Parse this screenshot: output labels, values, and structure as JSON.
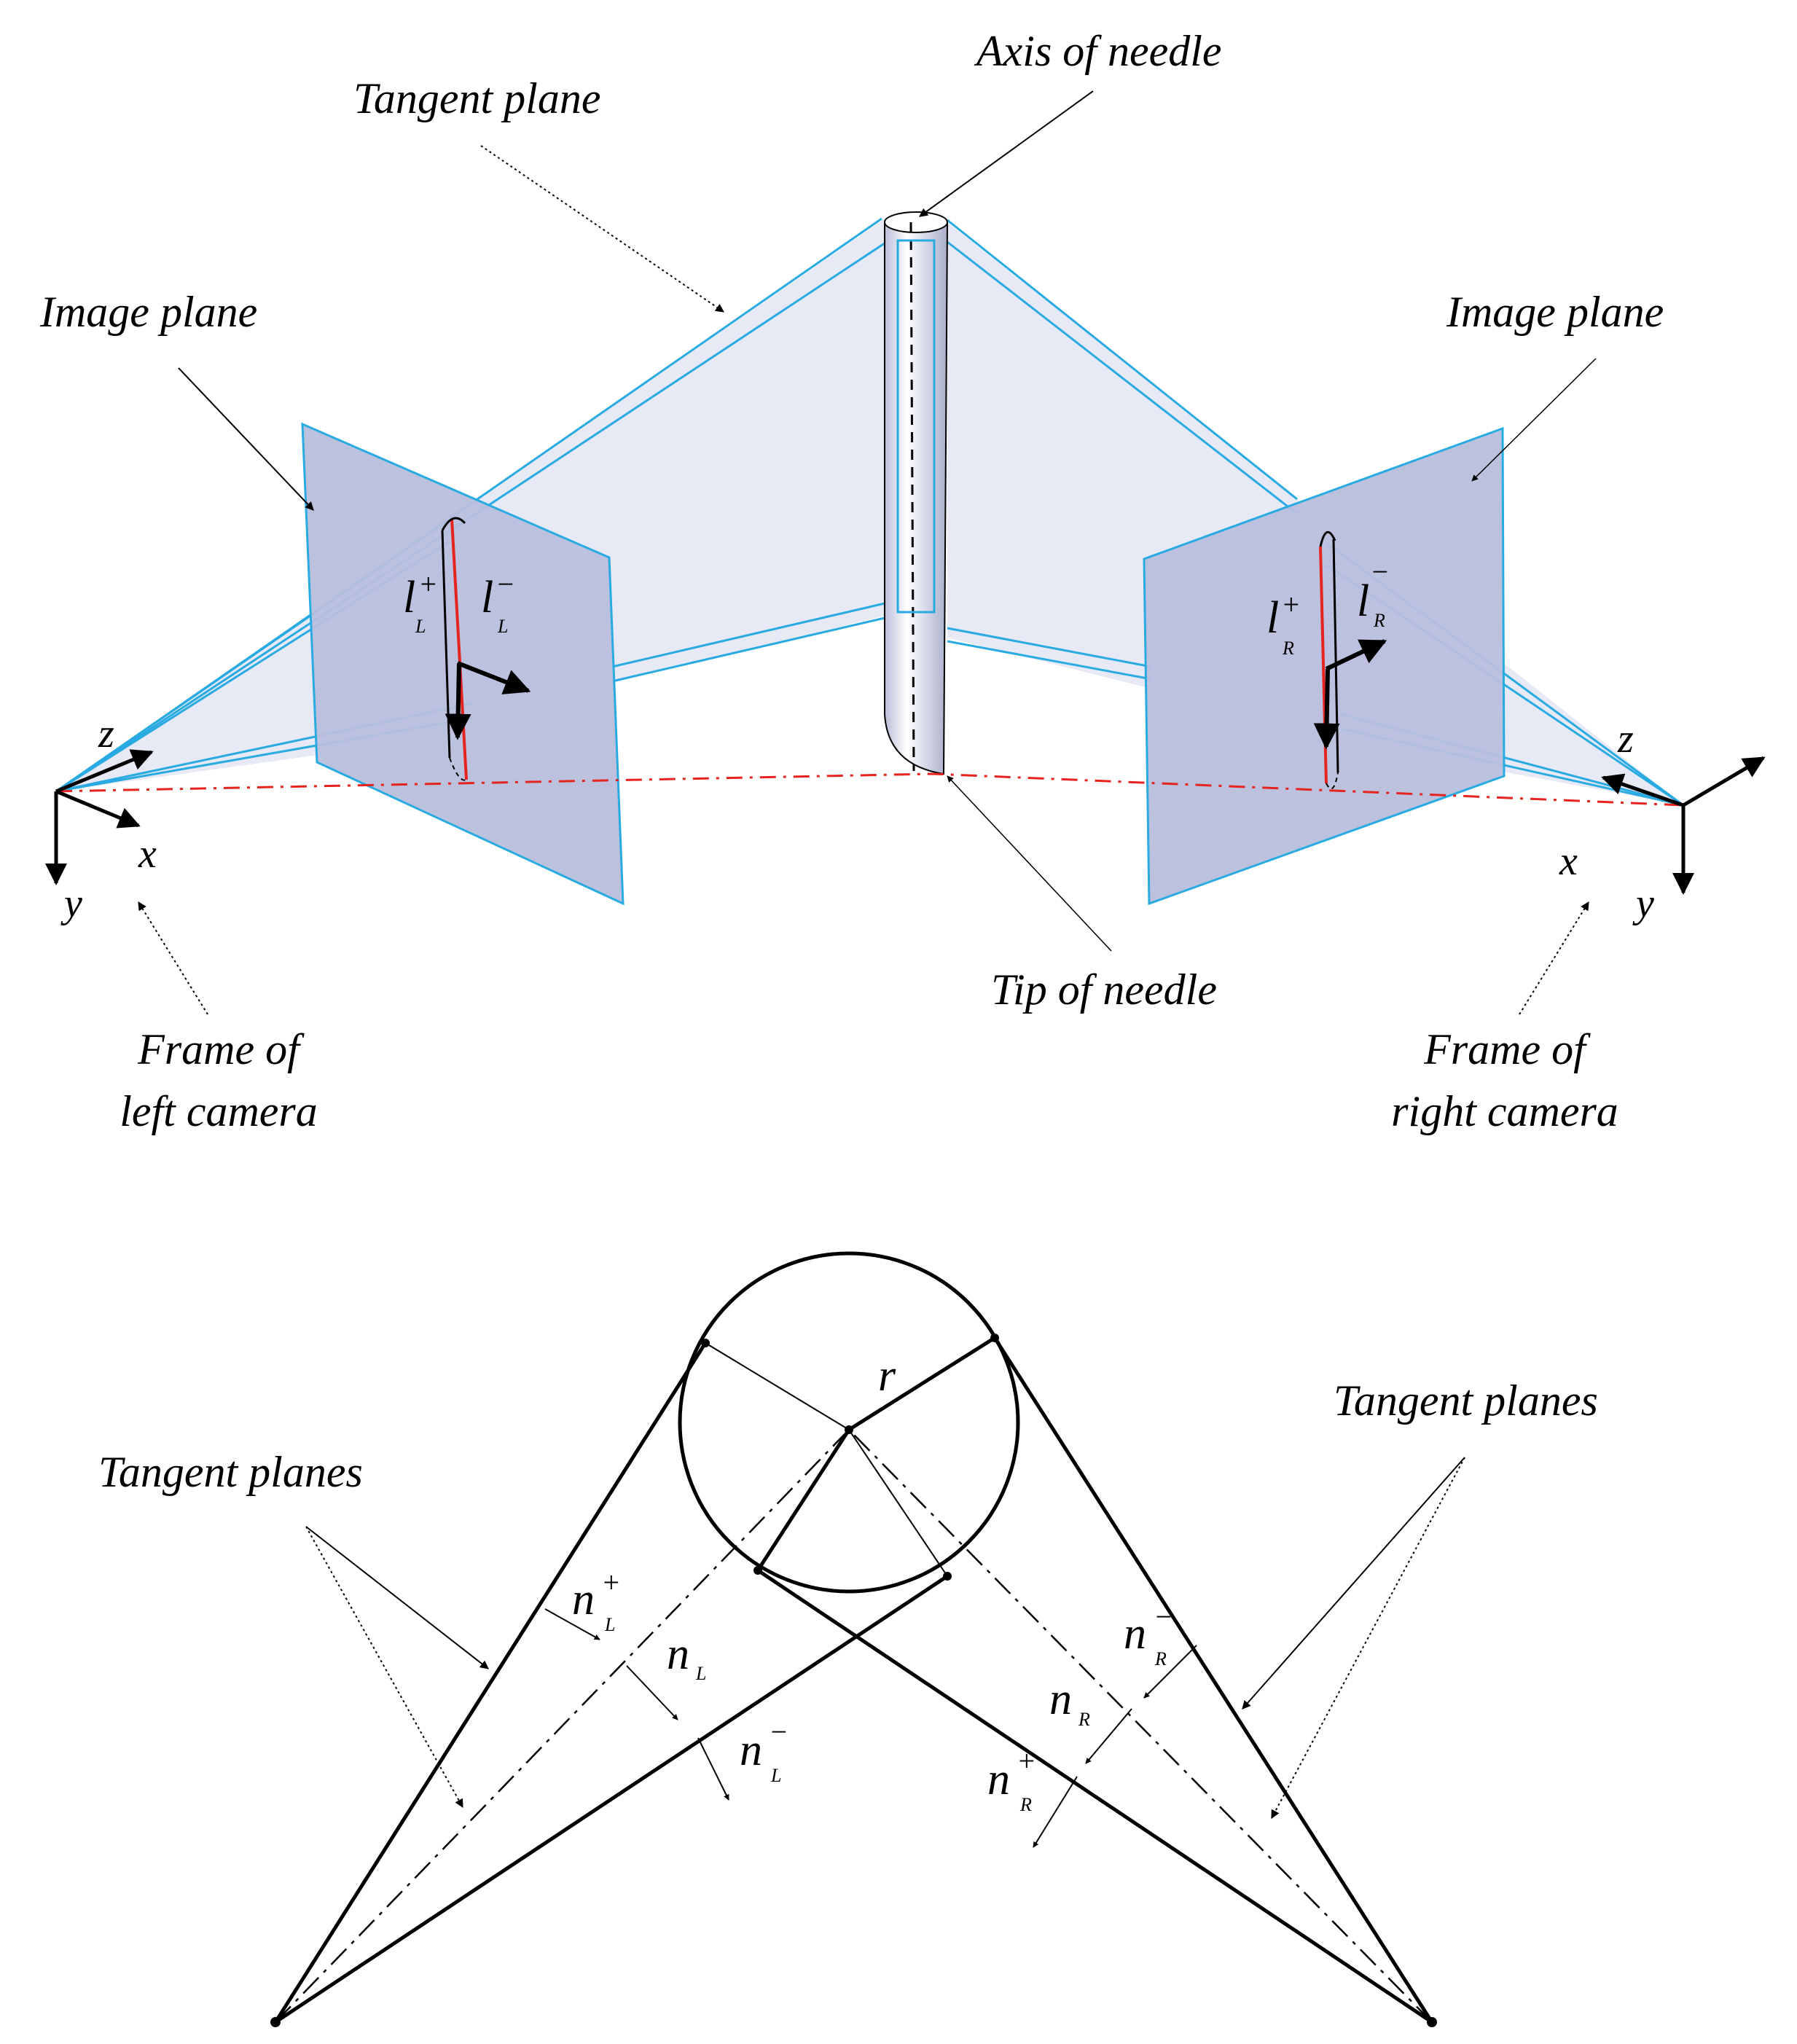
{
  "top": {
    "label_axis": "Axis of needle",
    "label_tangent": "Tangent plane",
    "label_image_left": "Image plane",
    "label_image_right": "Image plane",
    "label_tip": "Tip of needle",
    "frame_left": [
      "Frame of",
      "left camera"
    ],
    "frame_right": [
      "Frame of",
      "right camera"
    ],
    "axis_z": "z",
    "axis_x": "x",
    "axis_y": "y",
    "line_l": "l",
    "sub_L": "L",
    "sub_R": "R",
    "sup_plus": "+",
    "sup_minus": "−"
  },
  "bottom": {
    "label_tangent_left": "Tangent planes",
    "label_tangent_right": "Tangent planes",
    "radius": "r",
    "normal": "n",
    "sub_L": "L",
    "sub_R": "R",
    "sup_plus": "+",
    "sup_minus": "−"
  },
  "colors": {
    "plane_fill": "#b8bfdc",
    "tangent_fill": "#dfe3f2",
    "plane_edge": "#29abe2",
    "needle_red": "#e5231f",
    "ink": "#000000"
  }
}
